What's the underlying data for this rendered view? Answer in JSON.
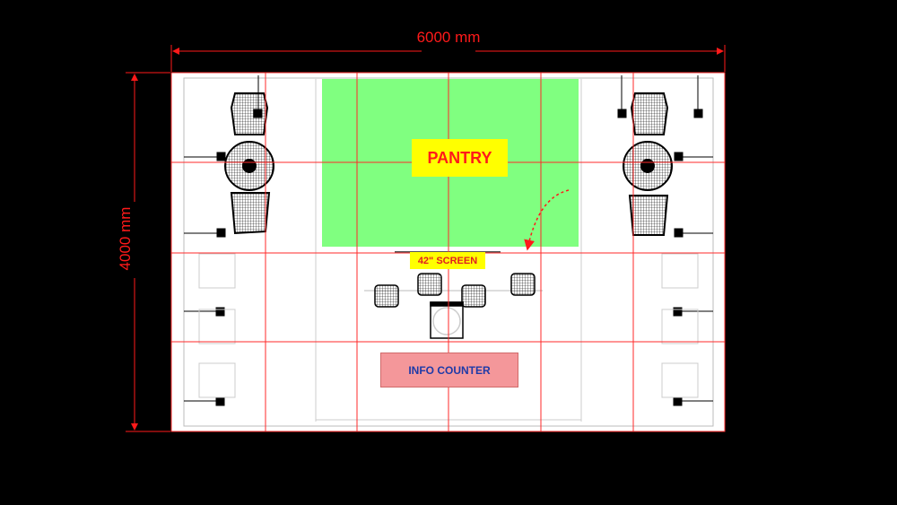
{
  "dimensions": {
    "width_label": "6000 mm",
    "height_label": "4000 mm"
  },
  "zones": {
    "pantry": "PANTRY",
    "screen": "42\" SCREEN",
    "info_counter": "INFO COUNTER"
  },
  "colors": {
    "pantry_fill": "#80ff80",
    "label_bg": "#ffff00",
    "counter_fill": "#f4979a",
    "grid": "#ff2a2a",
    "dimension": "#ff1a1a"
  }
}
